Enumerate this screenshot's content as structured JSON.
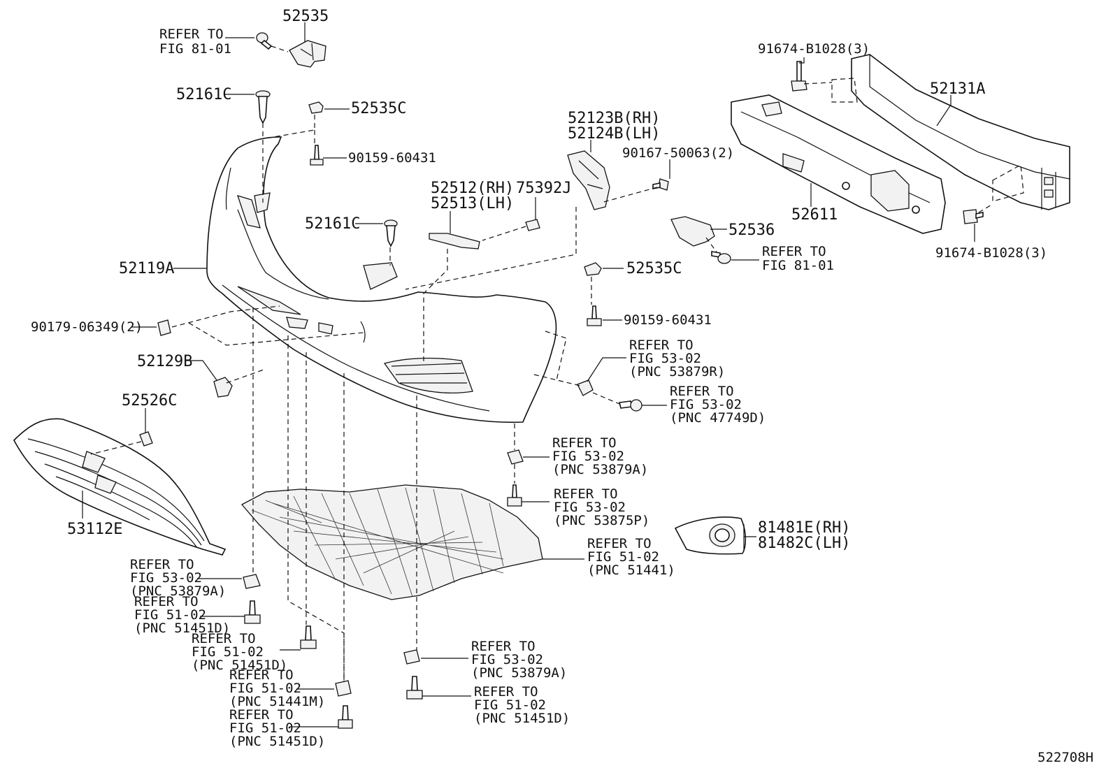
{
  "figure_code": "522708H",
  "callouts": [
    {
      "id": "c-52535",
      "lines": [
        "52535"
      ]
    },
    {
      "id": "c-refer-81-01-a",
      "lines": [
        "REFER TO",
        "FIG 81-01"
      ]
    },
    {
      "id": "c-52161c-a",
      "lines": [
        "52161C"
      ]
    },
    {
      "id": "c-52535c-a",
      "lines": [
        "52535C"
      ]
    },
    {
      "id": "c-90159-a",
      "lines": [
        "90159-60431"
      ]
    },
    {
      "id": "c-52123b",
      "lines": [
        "52123B(RH)",
        "52124B(LH)"
      ]
    },
    {
      "id": "c-90167",
      "lines": [
        "90167-50063(2)"
      ]
    },
    {
      "id": "c-52512",
      "lines": [
        "52512(RH)",
        "52513(LH)"
      ]
    },
    {
      "id": "c-75392j",
      "lines": [
        "75392J"
      ]
    },
    {
      "id": "c-52161c-b",
      "lines": [
        "52161C"
      ]
    },
    {
      "id": "c-52119a",
      "lines": [
        "52119A"
      ]
    },
    {
      "id": "c-90179",
      "lines": [
        "90179-06349(2)"
      ]
    },
    {
      "id": "c-52129b",
      "lines": [
        "52129B"
      ]
    },
    {
      "id": "c-52526c",
      "lines": [
        "52526C"
      ]
    },
    {
      "id": "c-53112e",
      "lines": [
        "53112E"
      ]
    },
    {
      "id": "c-91674-a",
      "lines": [
        "91674-B1028(3)"
      ]
    },
    {
      "id": "c-52131a",
      "lines": [
        "52131A"
      ]
    },
    {
      "id": "c-52611",
      "lines": [
        "52611"
      ]
    },
    {
      "id": "c-52536",
      "lines": [
        "52536"
      ]
    },
    {
      "id": "c-refer-81-01-b",
      "lines": [
        "REFER TO",
        "FIG 81-01"
      ]
    },
    {
      "id": "c-91674-b",
      "lines": [
        "91674-B1028(3)"
      ]
    },
    {
      "id": "c-52535c-b",
      "lines": [
        "52535C"
      ]
    },
    {
      "id": "c-90159-b",
      "lines": [
        "90159-60431"
      ]
    },
    {
      "id": "c-refer-53879r",
      "lines": [
        "REFER TO",
        "FIG 53-02",
        "(PNC 53879R)"
      ]
    },
    {
      "id": "c-refer-47749d",
      "lines": [
        "REFER TO",
        "FIG 53-02",
        "(PNC 47749D)"
      ]
    },
    {
      "id": "c-refer-53879a-mid",
      "lines": [
        "REFER TO",
        "FIG 53-02",
        "(PNC 53879A)"
      ]
    },
    {
      "id": "c-refer-53875p",
      "lines": [
        "REFER TO",
        "FIG 53-02",
        "(PNC 53875P)"
      ]
    },
    {
      "id": "c-81481e",
      "lines": [
        "81481E(RH)",
        "81482C(LH)"
      ]
    },
    {
      "id": "c-refer-51441",
      "lines": [
        "REFER TO",
        "FIG 51-02",
        "(PNC 51441)"
      ]
    },
    {
      "id": "c-refer-53879a-left",
      "lines": [
        "REFER TO",
        "FIG 53-02",
        "(PNC 53879A)"
      ]
    },
    {
      "id": "c-refer-51451d-a",
      "lines": [
        "REFER TO",
        "FIG 51-02",
        "(PNC 51451D)"
      ]
    },
    {
      "id": "c-refer-51451d-b",
      "lines": [
        "REFER TO",
        "FIG 51-02",
        "(PNC 51451D)"
      ]
    },
    {
      "id": "c-refer-51441m",
      "lines": [
        "REFER TO",
        "FIG 51-02",
        "(PNC 51441M)"
      ]
    },
    {
      "id": "c-refer-51451d-c",
      "lines": [
        "REFER TO",
        "FIG 51-02",
        "(PNC 51451D)"
      ]
    },
    {
      "id": "c-refer-53879a-bottom",
      "lines": [
        "REFER TO",
        "FIG 53-02",
        "(PNC 53879A)"
      ]
    },
    {
      "id": "c-refer-51451d-d",
      "lines": [
        "REFER TO",
        "FIG 51-02",
        "(PNC 51451D)"
      ]
    }
  ]
}
